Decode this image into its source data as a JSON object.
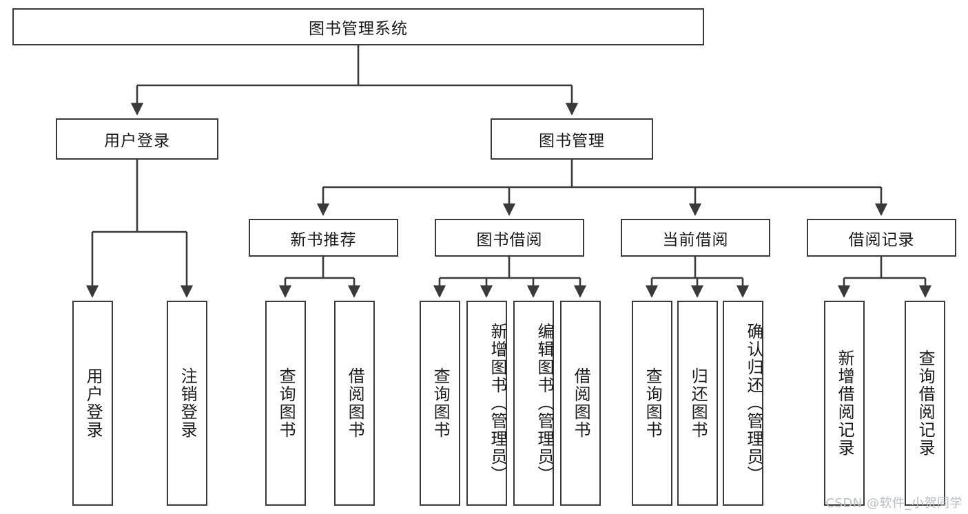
{
  "diagram": {
    "type": "hierarchy-tree",
    "title": "图书管理系统",
    "root": {
      "id": "root",
      "label": "图书管理系统"
    },
    "level2": [
      {
        "id": "user-login",
        "label": "用户登录"
      },
      {
        "id": "book-management",
        "label": "图书管理"
      }
    ],
    "level3": [
      {
        "id": "new-book-recommend",
        "label": "新书推荐",
        "parent": "book-management"
      },
      {
        "id": "book-borrow",
        "label": "图书借阅",
        "parent": "book-management"
      },
      {
        "id": "current-borrow",
        "label": "当前借阅",
        "parent": "book-management"
      },
      {
        "id": "borrow-record",
        "label": "借阅记录",
        "parent": "book-management"
      }
    ],
    "leaves": [
      {
        "id": "leaf-user-login",
        "label": "用户登录",
        "parent": "user-login"
      },
      {
        "id": "leaf-logout-login",
        "label": "注销登录",
        "parent": "user-login"
      },
      {
        "id": "leaf-query-book-1",
        "label": "查询图书",
        "parent": "new-book-recommend"
      },
      {
        "id": "leaf-borrow-book-1",
        "label": "借阅图书",
        "parent": "new-book-recommend"
      },
      {
        "id": "leaf-query-book-2",
        "label": "查询图书",
        "parent": "book-borrow"
      },
      {
        "id": "leaf-add-book",
        "label": "新增图书（管理员）",
        "parent": "book-borrow"
      },
      {
        "id": "leaf-edit-book",
        "label": "编辑图书（管理员）",
        "parent": "book-borrow"
      },
      {
        "id": "leaf-borrow-book-2",
        "label": "借阅图书",
        "parent": "book-borrow"
      },
      {
        "id": "leaf-query-book-3",
        "label": "查询图书",
        "parent": "current-borrow"
      },
      {
        "id": "leaf-return-book",
        "label": "归还图书",
        "parent": "current-borrow"
      },
      {
        "id": "leaf-confirm-return",
        "label": "确认归还（管理员）",
        "parent": "current-borrow"
      },
      {
        "id": "leaf-add-record",
        "label": "新增借阅记录",
        "parent": "borrow-record"
      },
      {
        "id": "leaf-query-record",
        "label": "查询借阅记录",
        "parent": "borrow-record"
      }
    ],
    "colors": {
      "stroke": "#3a3a3a",
      "fill": "#ffffff",
      "text": "#1a1a1a",
      "watermark": "#b9bec4"
    }
  },
  "watermark": {
    "text": "CSDN @软件_小贺同学"
  }
}
